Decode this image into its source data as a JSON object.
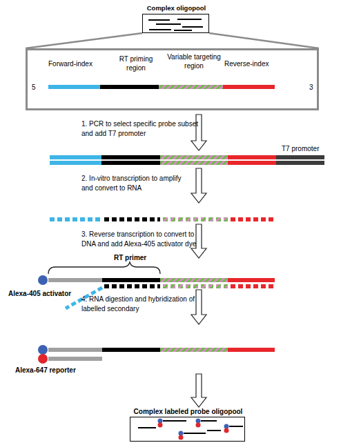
{
  "diagram": {
    "nodes": [
      {
        "text": [
          "Complex oligopool"
        ]
      },
      {
        "text": [
          "Forward-index",
          "RT priming region",
          "Variable targeting region",
          "Reverse-index",
          "5",
          "3"
        ]
      },
      {
        "text": [
          "Complex labeled probe oligopool"
        ]
      }
    ],
    "edges": [
      {
        "from": 0,
        "to": 1,
        "arrow": "none"
      },
      {
        "from": 0,
        "to": 1,
        "arrow": "none"
      }
    ],
    "labels": [
      "1. PCR to select specific probe subset and add T7 promoter",
      "T7 promoter",
      "2. In-vitro transcription to amplify and convert to RNA",
      "3. Reverse transcription to convert to DNA and add Alexa-405 activator dye",
      "RT primer",
      "Alexa-405 activator",
      "4. RNA digestion and hybridization of labelled secondary",
      "Alexa-647 reporter"
    ]
  }
}
